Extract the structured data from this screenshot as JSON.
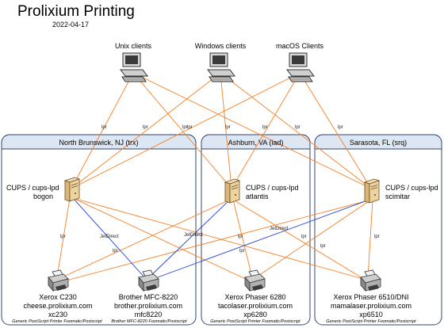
{
  "title": "Prolixium Printing",
  "date": "2022-04-17",
  "colors": {
    "lpd": "#f58025",
    "jetdirect": "#1f3fd6",
    "region_fill": "#dde6f3",
    "region_border": "#33476b"
  },
  "clients": [
    {
      "id": "unix",
      "label": "Unix clients"
    },
    {
      "id": "windows",
      "label": "Windows clients"
    },
    {
      "id": "macos",
      "label": "macOS Clients"
    }
  ],
  "regions": [
    {
      "id": "trx",
      "title": "North Brunswick, NJ (trx)"
    },
    {
      "id": "iad",
      "title": "Ashburn, VA (iad)"
    },
    {
      "id": "srq",
      "title": "Sarasota, FL (srq)"
    }
  ],
  "servers": [
    {
      "id": "bogon",
      "label1": "CUPS / cups-lpd",
      "label2": "bogon"
    },
    {
      "id": "atlantis",
      "label1": "CUPS / cups-lpd",
      "label2": "atlantis"
    },
    {
      "id": "scimitar",
      "label1": "CUPS / cups-lpd",
      "label2": "scimitar"
    }
  ],
  "printers": [
    {
      "id": "xc230",
      "model": "Xerox C230",
      "host": "cheese.prolixium.com",
      "short": "xc230",
      "caption": "Generic PostScript Printer Foomatic/Postscript"
    },
    {
      "id": "mfc8220",
      "model": "Brother MFC-8220",
      "host": "brother.prolixium.com",
      "short": "mfc8220",
      "caption": "Brother MFC-8220 Foomatic/Postscript"
    },
    {
      "id": "xp6280",
      "model": "Xerox Phaser 6280",
      "host": "tacolaser.prolixium.com",
      "short": "xp6280",
      "caption": "Generic PostScript Printer Foomatic/Postscript"
    },
    {
      "id": "xp6510",
      "model": "Xerox Phaser 6510/DNI",
      "host": "mamalaser.prolixium.com",
      "short": "xp6510",
      "caption": "Generic PostScript Printer Foomatic/Postscript"
    }
  ],
  "edge_labels": {
    "lpr": "lpr",
    "jetdirect": "JetDirect"
  }
}
